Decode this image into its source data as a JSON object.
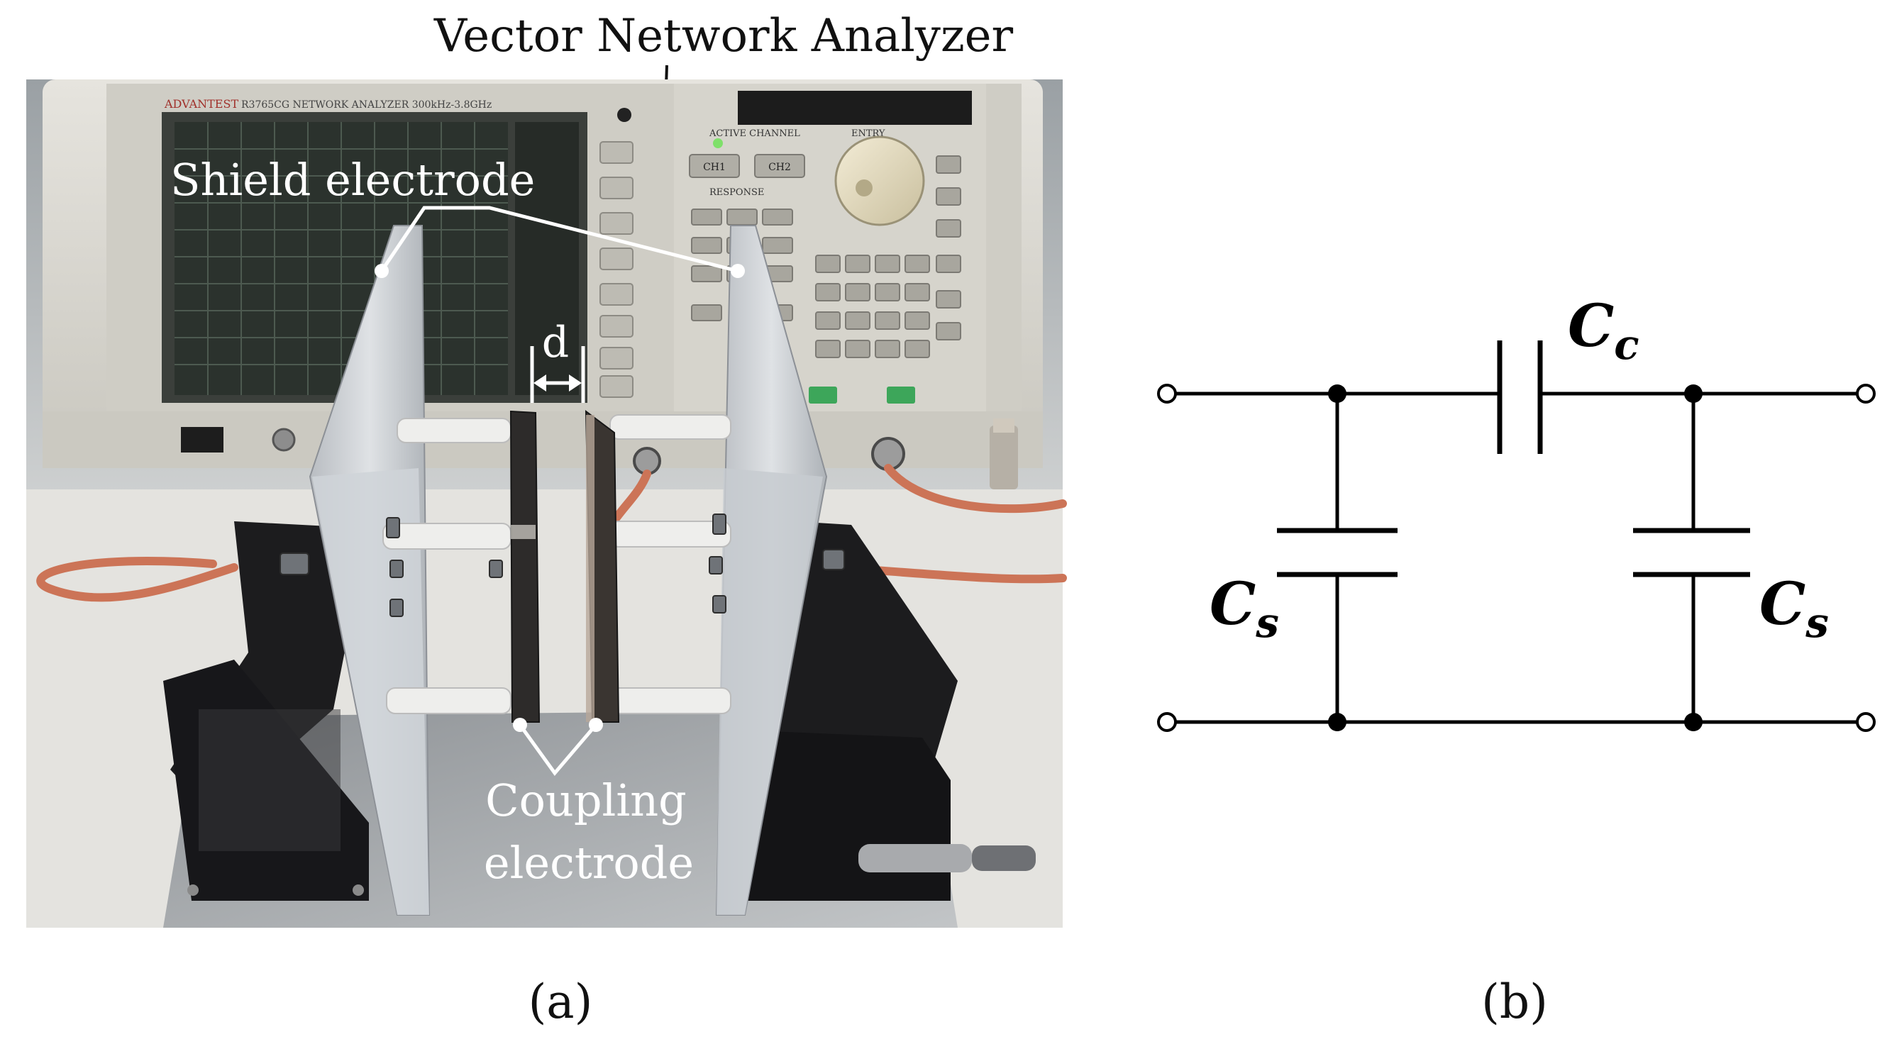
{
  "panel_a": {
    "vna_label": "Vector Network Analyzer",
    "shield_label": "Shield electrode",
    "gap_label": "d",
    "coupling_label_line1": "Coupling",
    "coupling_label_line2": "electrode",
    "instrument_brand": "ADVANTEST",
    "instrument_model": "R3765CG NETWORK ANALYZER 300kHz-3.8GHz",
    "channel_label": "ACTIVE CHANNEL",
    "entry_label": "ENTRY",
    "response_label": "RESPONSE",
    "ch1_label": "CH1",
    "ch2_label": "CH2",
    "caption": "(a)"
  },
  "panel_b": {
    "cc_label": "C",
    "cc_sub": "c",
    "cs_left_label": "C",
    "cs_left_sub": "s",
    "cs_right_label": "C",
    "cs_right_sub": "s",
    "caption": "(b)"
  },
  "colors": {
    "wire": "#000000",
    "photo_bg": "#cfd2d4",
    "instrument_body": "#d8d6cf",
    "screen": "#2a302c",
    "aluminum": "#c9ccd0",
    "cable": "#d07a5a",
    "mount": "#1d1d1f",
    "callout_line": "#ffffff"
  }
}
